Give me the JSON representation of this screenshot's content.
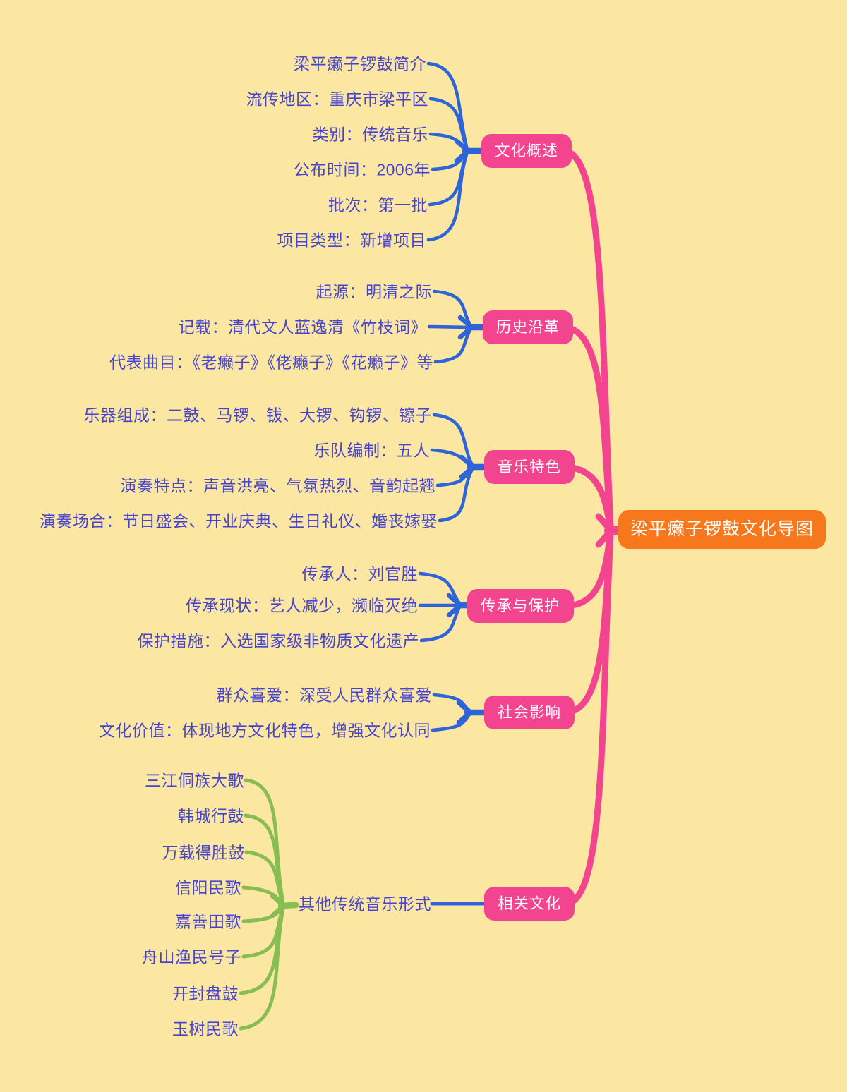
{
  "root": {
    "label": "梁平癞子锣鼓文化导图"
  },
  "branches": [
    {
      "label": "文化概述",
      "leaves": [
        "梁平癞子锣鼓简介",
        "流传地区：重庆市梁平区",
        "类别：传统音乐",
        "公布时间：2006年",
        "批次：第一批",
        "项目类型：新增项目"
      ]
    },
    {
      "label": "历史沿革",
      "leaves": [
        "起源：明清之际",
        "记载：清代文人蓝逸清《竹枝词》",
        "代表曲目：《老癞子》《佬癞子》《花癞子》等"
      ]
    },
    {
      "label": "音乐特色",
      "leaves": [
        "乐器组成：二鼓、马锣、钹、大锣、钩锣、镲子",
        "乐队编制：五人",
        "演奏特点：声音洪亮、气氛热烈、音韵起翘",
        "演奏场合：节日盛会、开业庆典、生日礼仪、婚丧嫁娶"
      ]
    },
    {
      "label": "传承与保护",
      "leaves": [
        "传承人：刘官胜",
        "传承现状：艺人减少，濒临灭绝",
        "保护措施：入选国家级非物质文化遗产"
      ]
    },
    {
      "label": "社会影响",
      "leaves": [
        "群众喜爱：深受人民群众喜爱",
        "文化价值：体现地方文化特色，增强文化认同"
      ]
    },
    {
      "label": "相关文化",
      "subtopic": {
        "label": "其他传统音乐形式",
        "leaves": [
          "三江侗族大歌",
          "韩城行鼓",
          "万载得胜鼓",
          "信阳民歌",
          "嘉善田歌",
          "舟山渔民号子",
          "开封盘鼓",
          "玉树民歌"
        ]
      }
    }
  ],
  "colors": {
    "bg": "#FBE7A2",
    "pink": "#F3458F",
    "orange": "#F7771C",
    "blue": "#2D64D8",
    "leaf": "#4745CD",
    "green": "#87BD51",
    "node_text": "#FFFFFF"
  }
}
